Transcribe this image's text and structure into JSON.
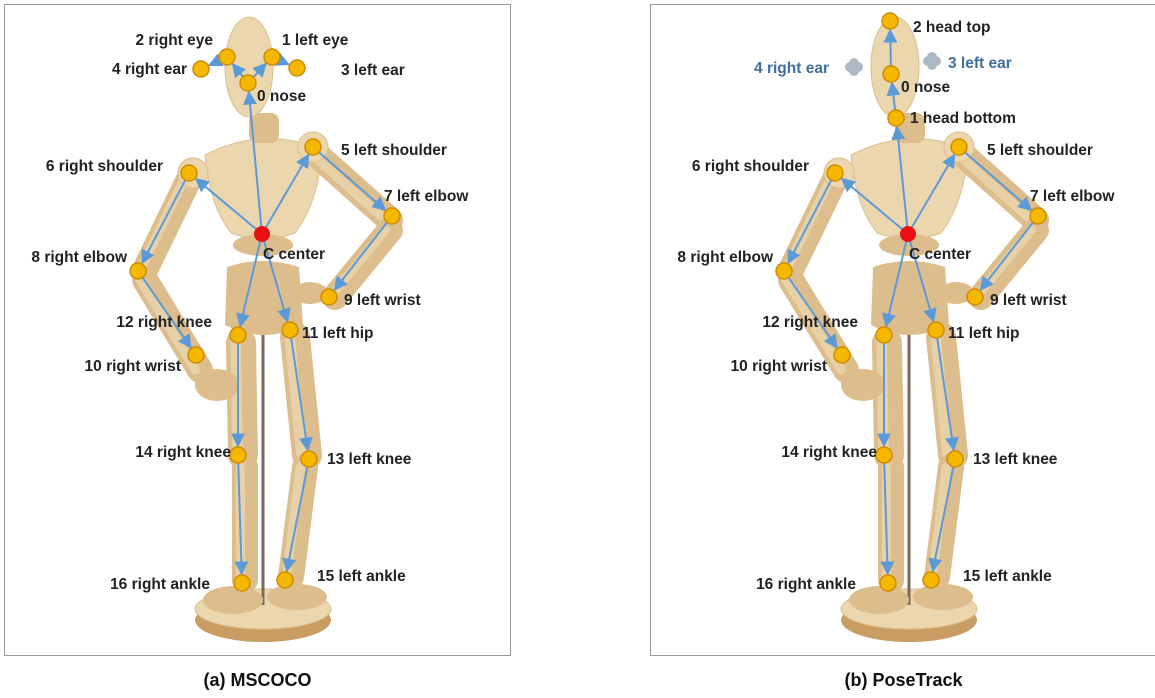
{
  "colors": {
    "keypoint_fill": "#f5b800",
    "keypoint_stroke": "#d08a00",
    "center_fill": "#e81010",
    "connector": "#5a9ad8",
    "virtual_keypoint": "#aeb8c4",
    "virtual_label": "#3f6f9e",
    "wood_light": "#ecd6ae",
    "wood_mid": "#ddbd8b",
    "wood_dark": "#c99c62"
  },
  "panels": [
    {
      "caption": "(a) MSCOCO",
      "keypoints": [
        {
          "id": "0",
          "label": "0 nose"
        },
        {
          "id": "1",
          "label": "1 left eye"
        },
        {
          "id": "2",
          "label": "2 right eye"
        },
        {
          "id": "3",
          "label": "3 left ear"
        },
        {
          "id": "4",
          "label": "4 right ear"
        },
        {
          "id": "5",
          "label": "5 left shoulder"
        },
        {
          "id": "6",
          "label": "6 right shoulder"
        },
        {
          "id": "7",
          "label": "7 left elbow"
        },
        {
          "id": "8",
          "label": "8 right elbow"
        },
        {
          "id": "9",
          "label": "9 left wrist"
        },
        {
          "id": "10",
          "label": "10 right wrist"
        },
        {
          "id": "11",
          "label": "11 left hip"
        },
        {
          "id": "12",
          "label": "12 right knee"
        },
        {
          "id": "13",
          "label": "13 left knee"
        },
        {
          "id": "14",
          "label": "14 right knee"
        },
        {
          "id": "15",
          "label": "15 left ankle"
        },
        {
          "id": "16",
          "label": "16 right ankle"
        },
        {
          "id": "C",
          "label": "C center"
        }
      ]
    },
    {
      "caption": "(b) PoseTrack",
      "keypoints": [
        {
          "id": "0",
          "label": "0 nose"
        },
        {
          "id": "1",
          "label": "1 head bottom"
        },
        {
          "id": "2",
          "label": "2 head top"
        },
        {
          "id": "3",
          "label": "3 left ear",
          "virtual": true
        },
        {
          "id": "4",
          "label": "4 right ear",
          "virtual": true
        },
        {
          "id": "5",
          "label": "5 left shoulder"
        },
        {
          "id": "6",
          "label": "6 right shoulder"
        },
        {
          "id": "7",
          "label": "7 left elbow"
        },
        {
          "id": "8",
          "label": "8 right elbow"
        },
        {
          "id": "9",
          "label": "9 left wrist"
        },
        {
          "id": "10",
          "label": "10 right wrist"
        },
        {
          "id": "11",
          "label": "11 left hip"
        },
        {
          "id": "12",
          "label": "12 right knee"
        },
        {
          "id": "13",
          "label": "13 left knee"
        },
        {
          "id": "14",
          "label": "14 right knee"
        },
        {
          "id": "15",
          "label": "15 left ankle"
        },
        {
          "id": "16",
          "label": "16 right ankle"
        },
        {
          "id": "C",
          "label": "C center"
        }
      ]
    }
  ]
}
